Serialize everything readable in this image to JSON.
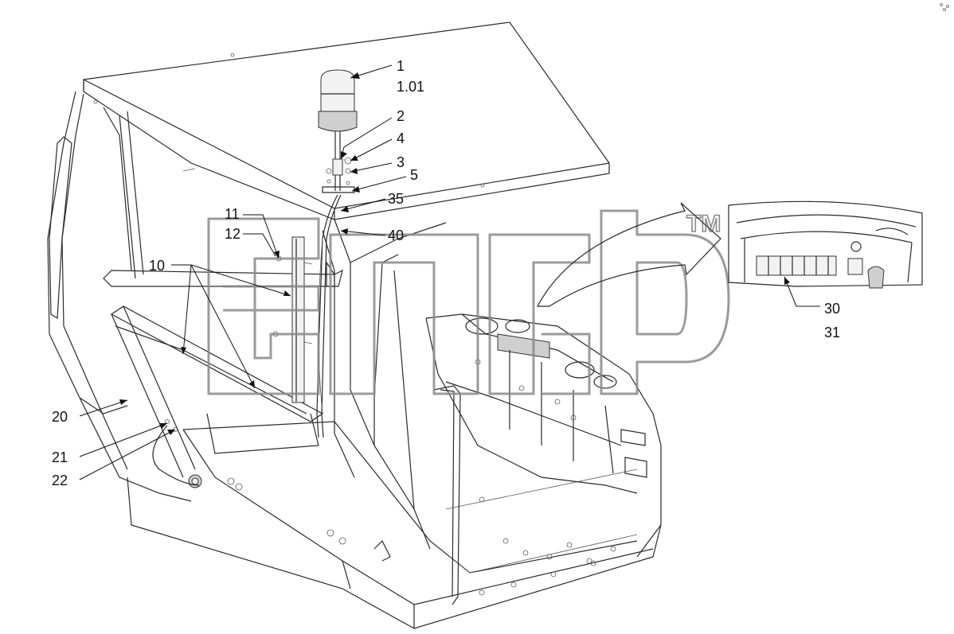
{
  "callouts": {
    "c1": "1",
    "c1_01": "1.01",
    "c2": "2",
    "c4": "4",
    "c3": "3",
    "c5": "5",
    "c35": "35",
    "c40": "40",
    "c11": "11",
    "c12": "12",
    "c10": "10",
    "c20": "20",
    "c21": "21",
    "c22": "22",
    "c30": "30",
    "c31": "31"
  },
  "watermark": {
    "mark": "TM"
  }
}
